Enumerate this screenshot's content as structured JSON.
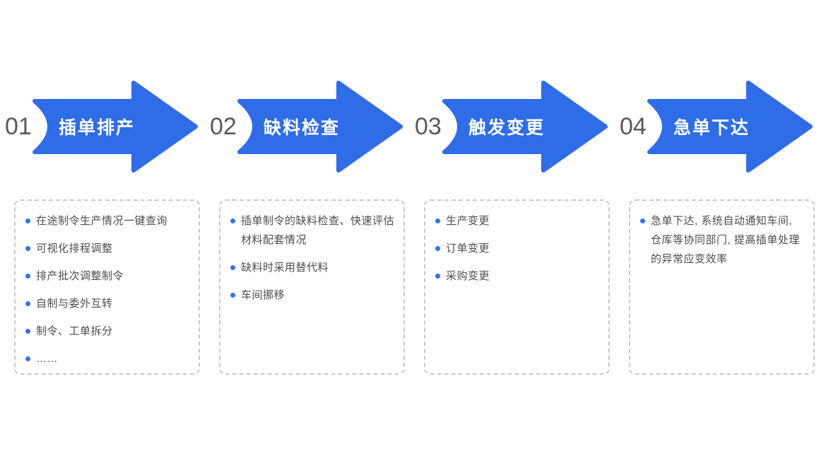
{
  "colors": {
    "arrow_blue": "#2e6ce8",
    "bullet_blue": "#3370ff",
    "number_gray": "#595959",
    "body_text": "#4d4d4d",
    "box_border": "#c9c9c9"
  },
  "steps": [
    {
      "number": "01",
      "title": "插单排产",
      "items": [
        "在途制令生产情况一键查询",
        "可视化排程调整",
        "排产批次调整制令",
        "自制与委外互转",
        "制令、工单拆分",
        "……"
      ]
    },
    {
      "number": "02",
      "title": "缺料检查",
      "items": [
        "插单制令的缺料检查、快速评估材料配套情况",
        "缺料时采用替代料",
        "车间挪移"
      ]
    },
    {
      "number": "03",
      "title": "触发变更",
      "items": [
        "生产变更",
        "订单变更",
        "采购变更"
      ]
    },
    {
      "number": "04",
      "title": "急单下达",
      "items": [
        "急单下达, 系统自动通知车间, 仓库等协同部门, 提高插单处理的异常应变效率"
      ]
    }
  ]
}
